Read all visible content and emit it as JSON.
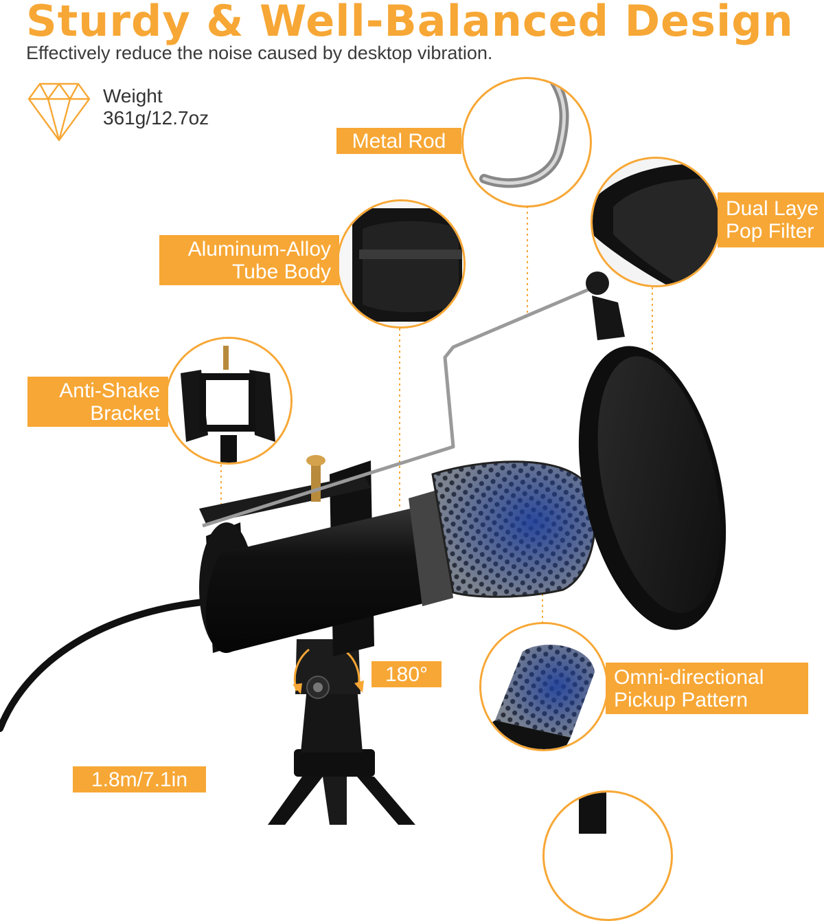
{
  "colors": {
    "accent": "#F7A735",
    "dark": "#1a1a1a",
    "dot_line": "#F7A735",
    "text": "#333333"
  },
  "heading": {
    "title": "Sturdy & Well-Balanced Design",
    "subtitle": "Effectively reduce the noise caused by desktop vibration."
  },
  "weight": {
    "icon": "diamond-icon",
    "label": "Weight",
    "value": "361g/12.7oz"
  },
  "callouts": {
    "metal_rod": "Metal Rod",
    "pop_filter": [
      "Dual Laye",
      "Pop Filter"
    ],
    "tube_body": [
      "Aluminum-Alloy",
      "Tube Body"
    ],
    "bracket": [
      "Anti-Shake",
      "Bracket"
    ],
    "rotation": "180°",
    "pickup": [
      "Omni-directional",
      "Pickup Pattern"
    ],
    "cable": "1.8m/7.1in"
  }
}
